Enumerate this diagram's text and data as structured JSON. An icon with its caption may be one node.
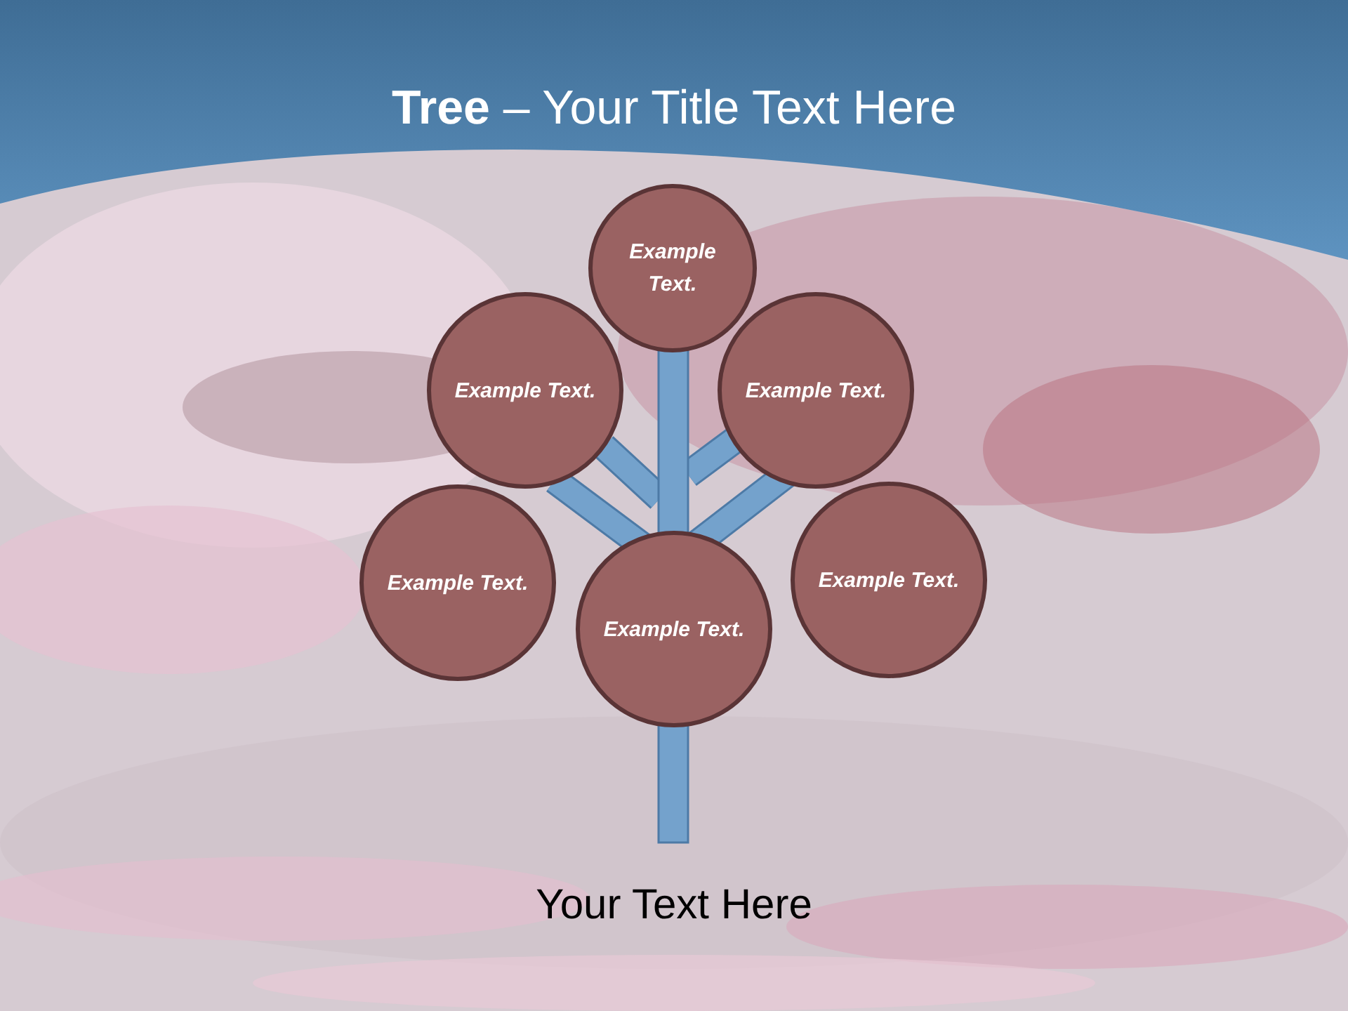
{
  "diagram": {
    "title": "**Tree** – Your Title Text Here",
    "nodes": [
      {
        "text": [
          "Example Text."
        ]
      },
      {
        "text": [
          "Example Text."
        ]
      },
      {
        "text": [
          "Example Text."
        ]
      },
      {
        "text": [
          "Example Text."
        ]
      },
      {
        "text": [
          "Example Text."
        ]
      },
      {
        "text": [
          "Example Text."
        ]
      }
    ],
    "labels": [
      "Your Text Here"
    ]
  }
}
